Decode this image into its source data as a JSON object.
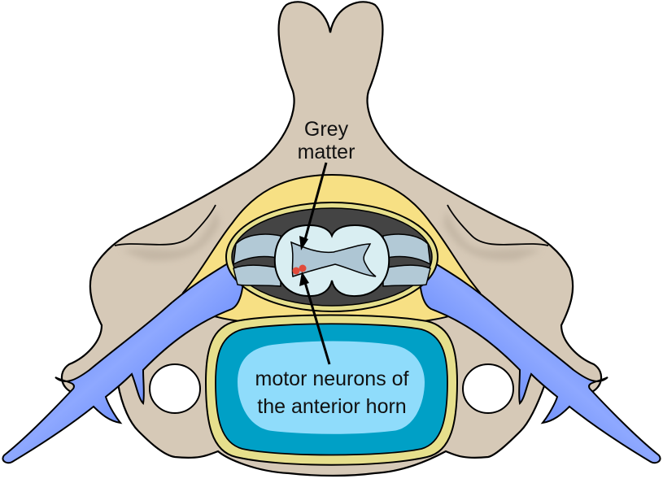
{
  "title": "Cross-section of vertebra and spinal cord",
  "labels": {
    "grey_matter_line1": "Grey",
    "grey_matter_line2": "matter",
    "motor_neurons_line1": "motor neurons of",
    "motor_neurons_line2": "the anterior horn"
  },
  "colors": {
    "bone": "#d6c9b7",
    "bone_shadow": "#b8ab9a",
    "dura_yellow": "#f7e084",
    "disc_ring": "#e6df8c",
    "disc_outer": "#00a0c6",
    "disc_inner": "#8fdcfb",
    "csf_dark": "#444444",
    "root_blue_grey": "#b2c9d6",
    "white_matter": "#d9eef2",
    "grey_matter": "#aec6d4",
    "nerve_blue": "#2f5ff2",
    "nerve_highlight": "#8ea8ff",
    "neuron_red": "#e14b3b",
    "outline": "#000000"
  }
}
